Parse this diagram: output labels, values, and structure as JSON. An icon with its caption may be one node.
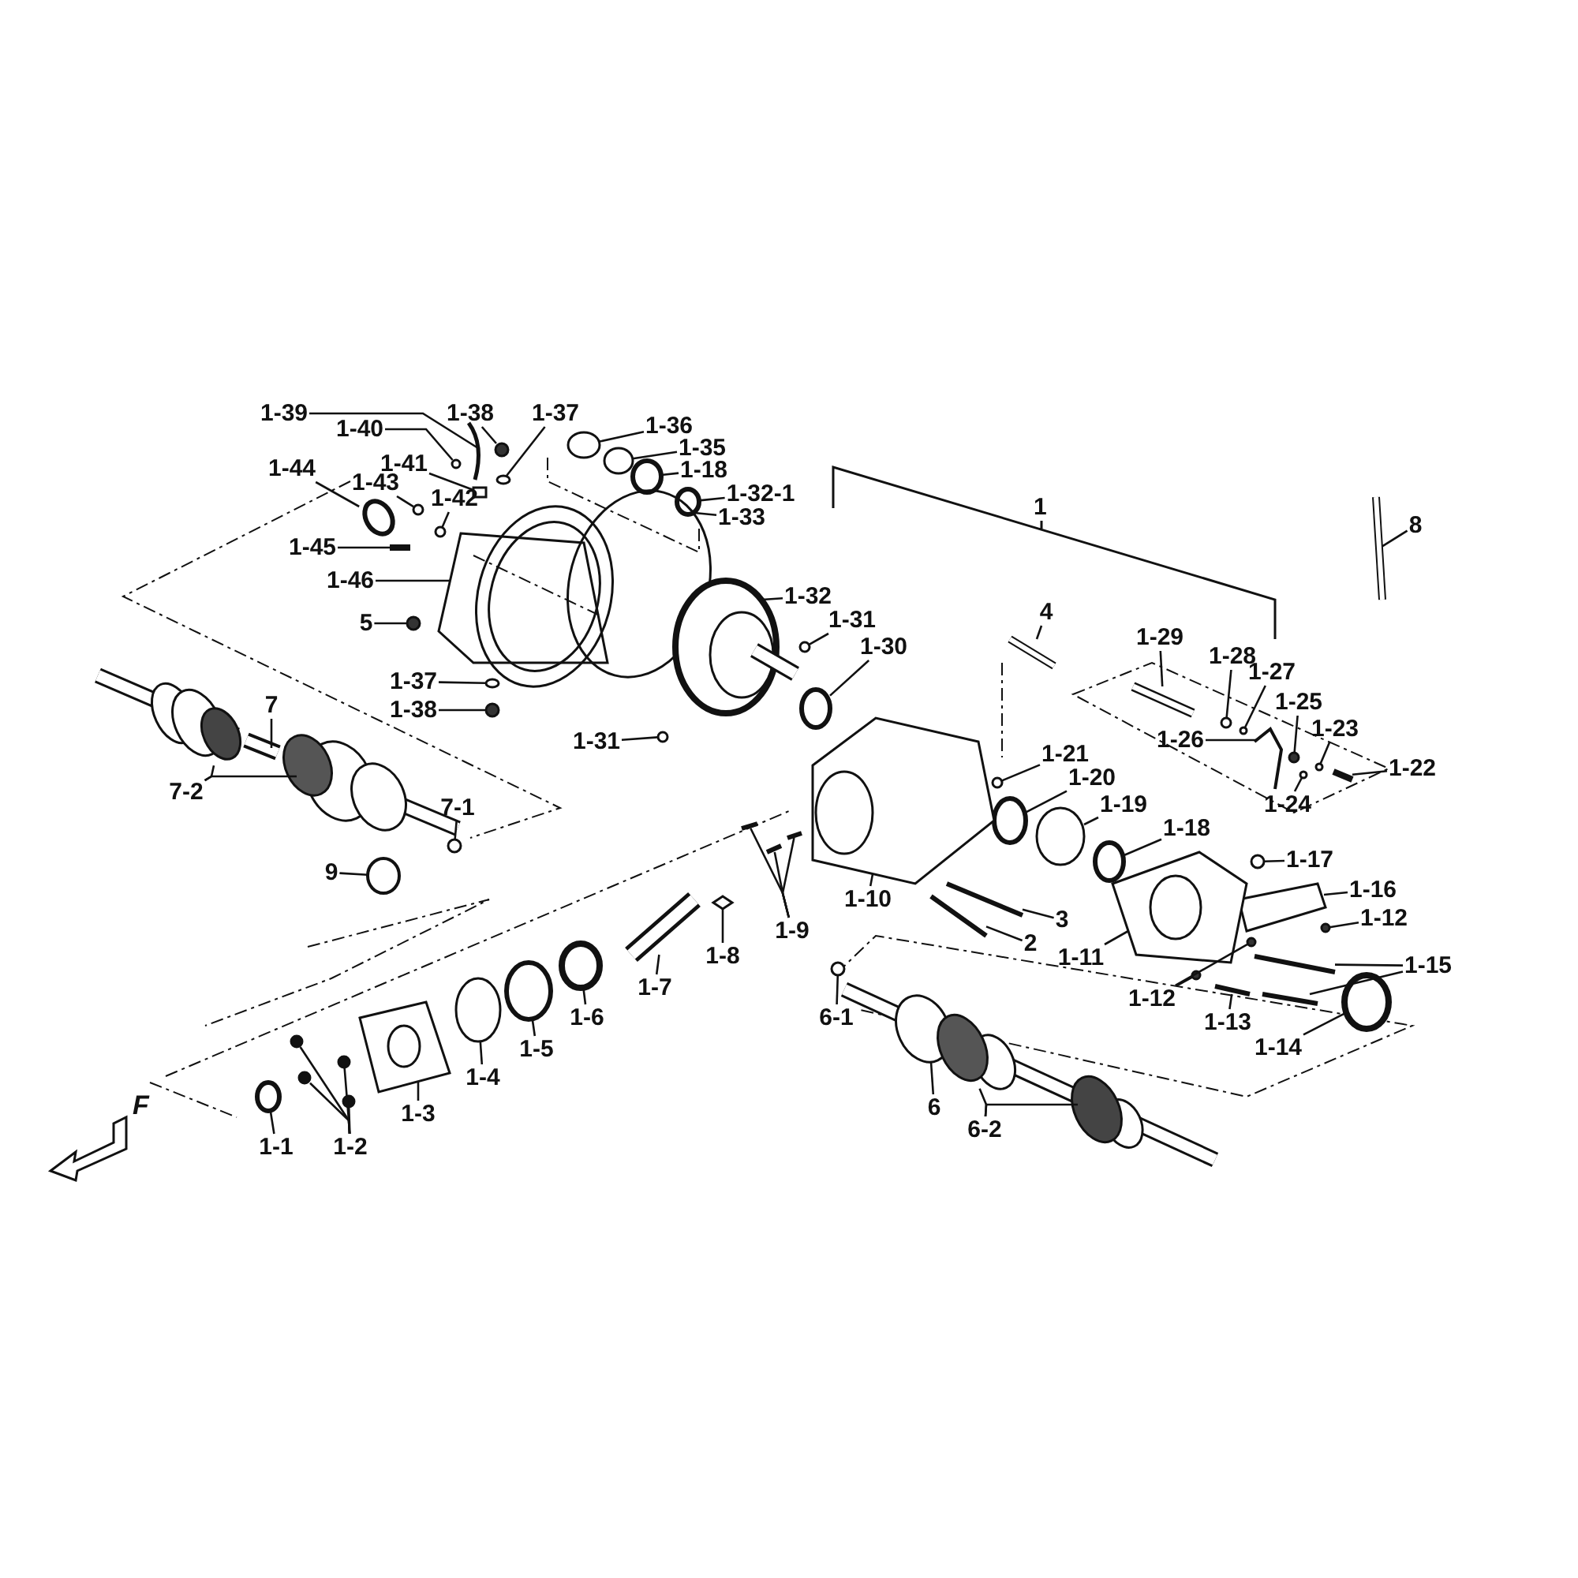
{
  "diagram": {
    "nodes": [
      {
        "text": [
          "1-39"
        ]
      },
      {
        "text": [
          "1-38"
        ]
      },
      {
        "text": [
          "1-37"
        ]
      },
      {
        "text": [
          "1-40"
        ]
      },
      {
        "text": [
          "1-36"
        ]
      },
      {
        "text": [
          "1-35"
        ]
      },
      {
        "text": [
          "1-41"
        ]
      },
      {
        "text": [
          "1-44"
        ]
      },
      {
        "text": [
          "1-18"
        ]
      },
      {
        "text": [
          "1-43"
        ]
      },
      {
        "text": [
          "1-32-1"
        ]
      },
      {
        "text": [
          "1-42"
        ]
      },
      {
        "text": [
          "1-33"
        ]
      },
      {
        "text": [
          "8"
        ]
      },
      {
        "text": [
          "1-45"
        ]
      },
      {
        "text": [
          "1-46"
        ]
      },
      {
        "text": [
          "1-32"
        ]
      },
      {
        "text": [
          "4"
        ]
      },
      {
        "text": [
          "1-31"
        ]
      },
      {
        "text": [
          "5"
        ]
      },
      {
        "text": [
          "1-29"
        ]
      },
      {
        "text": [
          "1-30"
        ]
      },
      {
        "text": [
          "1-28"
        ]
      },
      {
        "text": [
          "1-27"
        ]
      },
      {
        "text": [
          "1-37"
        ]
      },
      {
        "text": [
          "1-25"
        ]
      },
      {
        "text": [
          "7"
        ]
      },
      {
        "text": [
          "1-38"
        ]
      },
      {
        "text": [
          "1-23"
        ]
      },
      {
        "text": [
          "1-31"
        ]
      },
      {
        "text": [
          "1-26"
        ]
      },
      {
        "text": [
          "1-21"
        ]
      },
      {
        "text": [
          "1-22"
        ]
      },
      {
        "text": [
          "1-20"
        ]
      },
      {
        "text": [
          "7-2"
        ]
      },
      {
        "text": [
          "1-24"
        ]
      },
      {
        "text": [
          "1-19"
        ]
      },
      {
        "text": [
          "7-1"
        ]
      },
      {
        "text": [
          "1-18"
        ]
      },
      {
        "text": [
          "1-17"
        ]
      },
      {
        "text": [
          "9"
        ]
      },
      {
        "text": [
          "1-16"
        ]
      },
      {
        "text": [
          "1-10"
        ]
      },
      {
        "text": [
          "1-12"
        ]
      },
      {
        "text": [
          "3"
        ]
      },
      {
        "text": [
          "1-9"
        ]
      },
      {
        "text": [
          "2"
        ]
      },
      {
        "text": [
          "1-8"
        ]
      },
      {
        "text": [
          "1-11"
        ]
      },
      {
        "text": [
          "1-15"
        ]
      },
      {
        "text": [
          "1-7"
        ]
      },
      {
        "text": [
          "1-12"
        ]
      },
      {
        "text": [
          "1-6"
        ]
      },
      {
        "text": [
          "6-1"
        ]
      },
      {
        "text": [
          "1-13"
        ]
      },
      {
        "text": [
          "1-14"
        ]
      },
      {
        "text": [
          "1-5"
        ]
      },
      {
        "text": [
          "1-4"
        ]
      },
      {
        "text": [
          "6"
        ]
      },
      {
        "text": [
          "1-3"
        ]
      },
      {
        "text": [
          "6-2"
        ]
      },
      {
        "text": [
          "1-2"
        ]
      },
      {
        "text": [
          "1-1"
        ]
      },
      {
        "text": [],
        "shape": "circle"
      },
      {
        "text": [],
        "shape": "circle"
      },
      {
        "text": [],
        "shape": "picture"
      },
      {
        "text": [],
        "shape": "circle"
      },
      {
        "text": [],
        "shape": "box"
      },
      {
        "text": [],
        "shape": "circle"
      },
      {
        "text": [],
        "shape": "circle"
      },
      {
        "text": [],
        "shape": "circle"
      },
      {
        "text": [],
        "shape": "circle"
      },
      {
        "text": [],
        "shape": "circle"
      },
      {
        "text": [],
        "shape": "circle"
      },
      {
        "text": [],
        "shape": "circle"
      },
      {
        "text": [],
        "shape": "circle"
      },
      {
        "text": [],
        "shape": "bar"
      },
      {
        "text": [],
        "shape": "bar"
      },
      {
        "text": [],
        "shape": "picture"
      },
      {
        "text": [],
        "shape": "picture"
      },
      {
        "text": [],
        "shape": "bar"
      },
      {
        "text": [],
        "shape": "circle"
      },
      {
        "text": [],
        "shape": "circle"
      },
      {
        "text": [],
        "shape": "bar"
      },
      {
        "text": [],
        "shape": "circle"
      },
      {
        "text": [],
        "shape": "circle"
      },
      {
        "text": [],
        "shape": "circle"
      },
      {
        "text": [],
        "shape": "circle"
      },
      {
        "text": [],
        "shape": "circle"
      },
      {
        "text": [],
        "shape": "bar"
      },
      {
        "text": [],
        "shape": "circle"
      },
      {
        "text": [],
        "shape": "circle"
      },
      {
        "text": [],
        "shape": "circle"
      },
      {
        "text": [],
        "shape": "picture"
      },
      {
        "text": [],
        "shape": "circle"
      },
      {
        "text": [],
        "shape": "bar"
      },
      {
        "text": [],
        "shape": "circle"
      },
      {
        "text": [],
        "shape": "circle"
      },
      {
        "text": [],
        "shape": "circle"
      },
      {
        "text": [],
        "shape": "circle"
      },
      {
        "text": [],
        "shape": "circle"
      },
      {
        "text": [],
        "shape": "circle"
      },
      {
        "text": [],
        "shape": "circle"
      },
      {
        "text": [],
        "shape": "circle"
      },
      {
        "text": [],
        "shape": "circle"
      },
      {
        "text": [],
        "shape": "picture"
      },
      {
        "text": [],
        "shape": "picture"
      },
      {
        "text": [],
        "shape": "circle"
      },
      {
        "text": [],
        "shape": "bar"
      },
      {
        "text": [],
        "shape": "bar"
      },
      {
        "text": [],
        "shape": "bar"
      },
      {
        "text": [],
        "shape": "bar"
      },
      {
        "text": [],
        "shape": "bar"
      },
      {
        "text": [],
        "shape": "diamond"
      },
      {
        "text": [],
        "shape": "picture"
      },
      {
        "text": [],
        "shape": "bar"
      },
      {
        "text": [],
        "shape": "bar"
      },
      {
        "text": [],
        "shape": "bar"
      },
      {
        "text": [],
        "shape": "circle"
      },
      {
        "text": [],
        "shape": "circle"
      },
      {
        "text": [],
        "shape": "circle"
      },
      {
        "text": [],
        "shape": "circle"
      },
      {
        "text": [],
        "shape": "bar"
      },
      {
        "text": [],
        "shape": "circle"
      },
      {
        "text": [],
        "shape": "circle"
      },
      {
        "text": [],
        "shape": "circle"
      },
      {
        "text": [],
        "shape": "circle"
      },
      {
        "text": [],
        "shape": "circle"
      },
      {
        "text": [],
        "shape": "circle"
      },
      {
        "text": [],
        "shape": "picture"
      },
      {
        "text": [],
        "shape": "circle"
      },
      {
        "text": [],
        "shape": "circle"
      },
      {
        "text": [],
        "shape": "circle"
      },
      {
        "text": [],
        "shape": "circle"
      },
      {
        "text": [],
        "shape": "circle"
      }
    ],
    "edges": [
      {
        "from": 0,
        "to": 65,
        "arrow": "none"
      },
      {
        "from": 1,
        "to": 63,
        "arrow": "none"
      },
      {
        "from": 2,
        "to": 64,
        "arrow": "none"
      },
      {
        "from": 3,
        "to": 66,
        "arrow": "none"
      },
      {
        "from": 4,
        "to": 68,
        "arrow": "none"
      },
      {
        "from": 5,
        "to": 69,
        "arrow": "none"
      },
      {
        "from": 6,
        "to": 67,
        "arrow": "none"
      },
      {
        "from": 7,
        "to": 70,
        "arrow": "none"
      },
      {
        "from": 8,
        "to": 71,
        "arrow": "none"
      },
      {
        "from": 9,
        "to": 72,
        "arrow": "none"
      },
      {
        "from": 10,
        "to": 73,
        "arrow": "none"
      },
      {
        "from": 11,
        "to": 74,
        "arrow": "none"
      },
      {
        "from": 12,
        "to": 75,
        "arrow": "none"
      },
      {
        "from": 13,
        "to": 76,
        "arrow": "none"
      },
      {
        "from": 14,
        "to": 77,
        "arrow": "none"
      },
      {
        "from": 15,
        "to": 78,
        "arrow": "none"
      },
      {
        "from": 16,
        "to": 79,
        "arrow": "none"
      },
      {
        "from": 17,
        "to": 80,
        "arrow": "none"
      },
      {
        "from": 18,
        "to": 81,
        "arrow": "none"
      },
      {
        "from": 19,
        "to": 82,
        "arrow": "none"
      },
      {
        "from": 20,
        "to": 83,
        "arrow": "none"
      },
      {
        "from": 21,
        "to": 84,
        "arrow": "none"
      },
      {
        "from": 22,
        "to": 85,
        "arrow": "none"
      },
      {
        "from": 23,
        "to": 86,
        "arrow": "none"
      },
      {
        "from": 24,
        "to": 87,
        "arrow": "none"
      },
      {
        "from": 25,
        "to": 88,
        "arrow": "none"
      },
      {
        "from": 26,
        "to": 89,
        "arrow": "none"
      },
      {
        "from": 27,
        "to": 90,
        "arrow": "none"
      },
      {
        "from": 28,
        "to": 91,
        "arrow": "none"
      },
      {
        "from": 29,
        "to": 92,
        "arrow": "none"
      },
      {
        "from": 30,
        "to": 93,
        "arrow": "none"
      },
      {
        "from": 31,
        "to": 94,
        "arrow": "none"
      },
      {
        "from": 32,
        "to": 95,
        "arrow": "none"
      },
      {
        "from": 33,
        "to": 96,
        "arrow": "none"
      },
      {
        "from": 34,
        "to": 97,
        "arrow": "none"
      },
      {
        "from": 34,
        "to": 98,
        "arrow": "none"
      },
      {
        "from": 35,
        "to": 99,
        "arrow": "none"
      },
      {
        "from": 36,
        "to": 100,
        "arrow": "none"
      },
      {
        "from": 37,
        "to": 101,
        "arrow": "none"
      },
      {
        "from": 38,
        "to": 102,
        "arrow": "none"
      },
      {
        "from": 39,
        "to": 103,
        "arrow": "none"
      },
      {
        "from": 40,
        "to": 104,
        "arrow": "none"
      },
      {
        "from": 41,
        "to": 105,
        "arrow": "none"
      },
      {
        "from": 42,
        "to": 106,
        "arrow": "none"
      },
      {
        "from": 43,
        "to": 107,
        "arrow": "none"
      },
      {
        "from": 44,
        "to": 108,
        "arrow": "none"
      },
      {
        "from": 45,
        "to": 109,
        "arrow": "none"
      },
      {
        "from": 45,
        "to": 110,
        "arrow": "none"
      },
      {
        "from": 45,
        "to": 111,
        "arrow": "none"
      },
      {
        "from": 46,
        "to": 112,
        "arrow": "none"
      },
      {
        "from": 47,
        "to": 113,
        "arrow": "none"
      },
      {
        "from": 48,
        "to": 114,
        "arrow": "none"
      },
      {
        "from": 49,
        "to": 115,
        "arrow": "none"
      },
      {
        "from": 49,
        "to": 116,
        "arrow": "none"
      },
      {
        "from": 50,
        "to": 117,
        "arrow": "none"
      },
      {
        "from": 51,
        "to": 118,
        "arrow": "none"
      },
      {
        "from": 51,
        "to": 119,
        "arrow": "none"
      },
      {
        "from": 52,
        "to": 120,
        "arrow": "none"
      },
      {
        "from": 53,
        "to": 121,
        "arrow": "none"
      },
      {
        "from": 54,
        "to": 122,
        "arrow": "none"
      },
      {
        "from": 55,
        "to": 123,
        "arrow": "none"
      },
      {
        "from": 56,
        "to": 124,
        "arrow": "none"
      },
      {
        "from": 57,
        "to": 125,
        "arrow": "none"
      },
      {
        "from": 58,
        "to": 126,
        "arrow": "none"
      },
      {
        "from": 59,
        "to": 129,
        "arrow": "none"
      },
      {
        "from": 60,
        "to": 127,
        "arrow": "none"
      },
      {
        "from": 60,
        "to": 128,
        "arrow": "none"
      },
      {
        "from": 61,
        "to": 130,
        "arrow": "none"
      },
      {
        "from": 61,
        "to": 131,
        "arrow": "none"
      },
      {
        "from": 61,
        "to": 132,
        "arrow": "none"
      },
      {
        "from": 61,
        "to": 133,
        "arrow": "none"
      },
      {
        "from": 62,
        "to": 134,
        "arrow": "none"
      }
    ],
    "labels": [
      "1",
      "F"
    ]
  }
}
